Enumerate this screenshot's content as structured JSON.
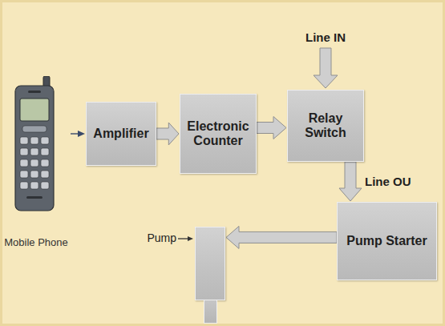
{
  "diagram": {
    "nodes": [
      {
        "text": [
          "Mobile Phone"
        ]
      },
      {
        "text": [
          "Amplifier"
        ]
      },
      {
        "text": [
          "Electronic Counter"
        ]
      },
      {
        "text": [
          "Relay Switch"
        ]
      },
      {
        "text": [
          "Pump Starter"
        ]
      },
      {
        "text": [
          "Pump"
        ]
      }
    ],
    "edges": [
      {
        "from": 0,
        "to": 1,
        "arrow": "to"
      },
      {
        "from": 1,
        "to": 2,
        "arrow": "to"
      },
      {
        "from": 2,
        "to": 3,
        "arrow": "to"
      },
      {
        "from": 3,
        "to": 4,
        "arrow": "to",
        "label": "Line OU"
      },
      {
        "from": 4,
        "to": 5,
        "arrow": "to"
      }
    ],
    "labels": [
      "Line IN"
    ]
  }
}
